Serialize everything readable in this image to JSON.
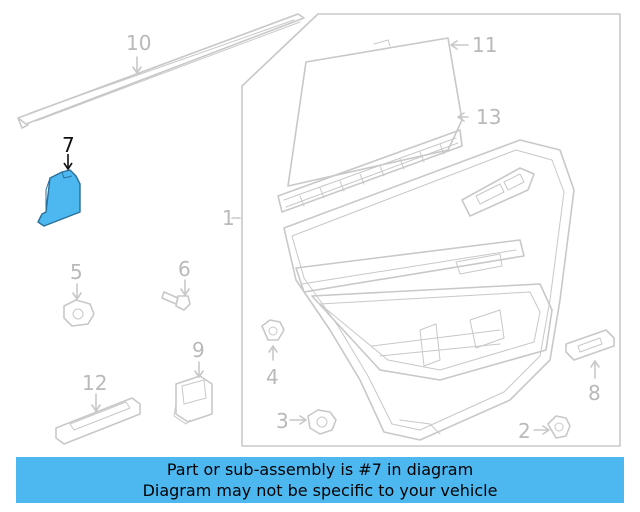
{
  "diagram": {
    "callouts": [
      "1",
      "2",
      "3",
      "4",
      "5",
      "6",
      "7",
      "8",
      "9",
      "10",
      "11",
      "12",
      "13"
    ],
    "highlighted_part": "7",
    "colors": {
      "line": "#c8c8c8",
      "label": "#b9b9b9",
      "highlight_fill": "#4db8f0",
      "highlight_label": "#111111",
      "banner_bg": "#4db8f0"
    }
  },
  "banner": {
    "line1": "Part or sub-assembly is #7 in diagram",
    "line2": "Diagram may not be specific to your vehicle"
  }
}
